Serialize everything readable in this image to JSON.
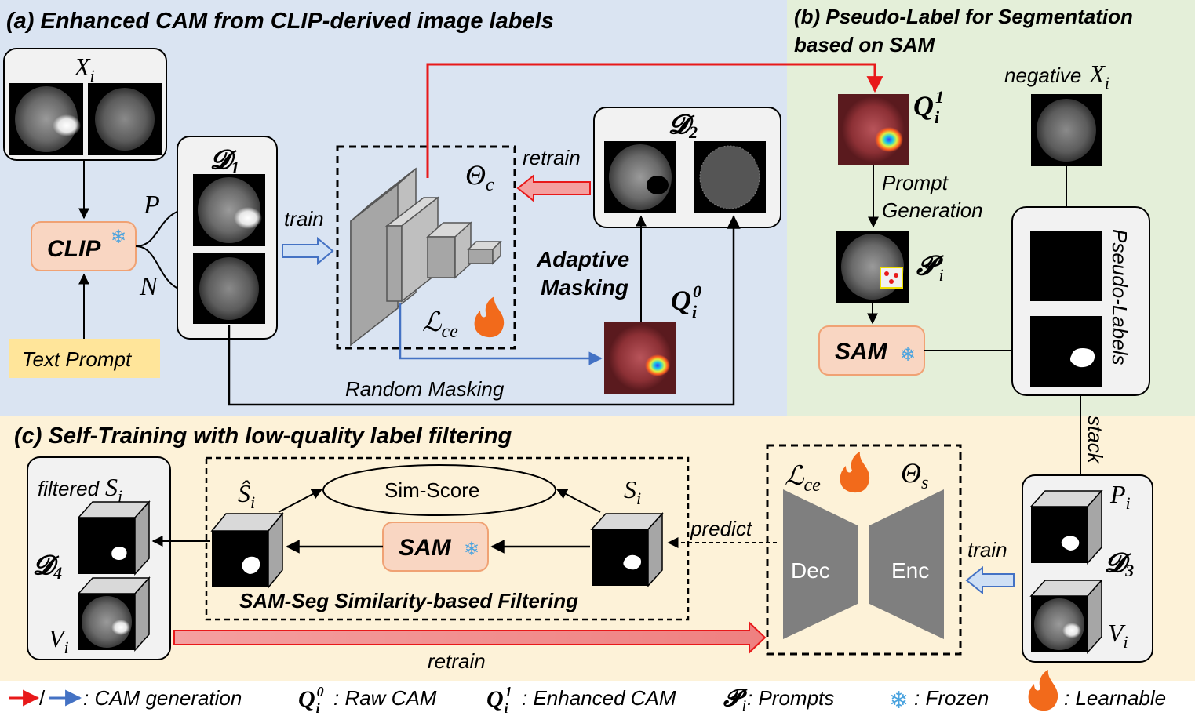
{
  "panels": {
    "a_title": "(a) Enhanced CAM from CLIP-derived image labels",
    "b_title_line1": "(b) Pseudo-Label for Segmentation",
    "b_title_line2": "based on SAM",
    "c_title": "(c) Self-Training with low-quality label filtering"
  },
  "panel_a": {
    "input_symbol": "X",
    "input_sub": "i",
    "clip_label": "CLIP",
    "text_prompt": "Text Prompt",
    "positive": "P",
    "negative": "N",
    "d1": "𝓓",
    "d1_sub": "1",
    "train": "train",
    "theta_c": "Θ",
    "theta_c_sub": "c",
    "loss": "ℒ",
    "loss_sub": "ce",
    "retrain": "retrain",
    "d2": "𝓓",
    "d2_sub": "2",
    "adaptive_line1": "Adaptive",
    "adaptive_line2": "Masking",
    "q0": "Q",
    "q0_sub": "i",
    "q0_sup": "0",
    "random_masking": "Random Masking"
  },
  "panel_b": {
    "q1": "Q",
    "q1_sub": "i",
    "q1_sup": "1",
    "prompt_gen_line1": "Prompt",
    "prompt_gen_line2": "Generation",
    "p_symbol": "𝓟",
    "p_sub": "i",
    "sam_label": "SAM",
    "negative_prefix": "negative",
    "negative_symbol": "X",
    "negative_sub": "i",
    "pseudo_labels": "Pseudo-Labels",
    "stack": "stack"
  },
  "panel_c": {
    "filtered_prefix": "filtered",
    "filtered_symbol": "S",
    "filtered_sub": "i",
    "d4": "𝓓",
    "d4_sub": "4",
    "v_symbol": "V",
    "v_sub": "i",
    "shat_symbol": "Ŝ",
    "shat_sub": "i",
    "sim_score": "Sim-Score",
    "s_symbol": "S",
    "s_sub": "i",
    "sam_label": "SAM",
    "filtering_label": "SAM-Seg Similarity-based Filtering",
    "predict": "predict",
    "loss": "ℒ",
    "loss_sub": "ce",
    "theta_s": "Θ",
    "theta_s_sub": "s",
    "dec": "Dec",
    "enc": "Enc",
    "train": "train",
    "p_symbol": "P",
    "p_sub": "i",
    "d3": "𝓓",
    "d3_sub": "3",
    "v3_symbol": "V",
    "v3_sub": "i",
    "retrain": "retrain"
  },
  "legend": {
    "slash": "/",
    "cam_generation": ": CAM generation",
    "q0": "Q",
    "q0_sub": "i",
    "q0_sup": "0",
    "raw_cam": " : Raw CAM",
    "q1": "Q",
    "q1_sub": "i",
    "q1_sup": "1",
    "enhanced_cam": " : Enhanced CAM",
    "p_symbol": "𝓟",
    "p_sub": "i",
    "prompts": " : Prompts",
    "frozen": ": Frozen",
    "learnable": ": Learnable"
  },
  "colors": {
    "panel_a_bg": "#dae4f2",
    "panel_b_bg": "#e4efd9",
    "panel_c_bg": "#fdf2d8",
    "module_fill": "#f9d6c2",
    "module_stroke": "#f0a274",
    "text_prompt_fill": "#ffe59a",
    "red_arrow": "#e8191a",
    "blue_arrow": "#4472c4",
    "snowflake": "#4aa3df",
    "flame": "#f26a1b",
    "network_gray": "#a6a6a6"
  }
}
